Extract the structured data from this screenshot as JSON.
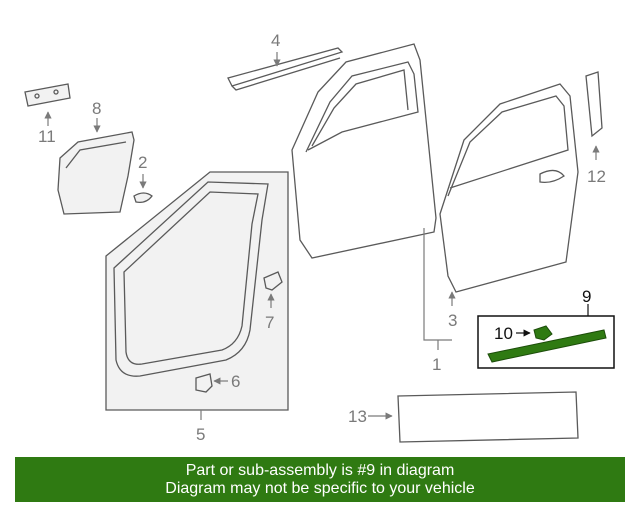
{
  "callouts": {
    "c1": "1",
    "c2": "2",
    "c3": "3",
    "c4": "4",
    "c5": "5",
    "c6": "6",
    "c7": "7",
    "c8": "8",
    "c9": "9",
    "c10": "10",
    "c11": "11",
    "c12": "12",
    "c13": "13"
  },
  "highlight": {
    "color": "#2f7a12",
    "part": "9"
  },
  "banner": {
    "line1": "Part or sub-assembly is #9 in diagram",
    "line2": "Diagram may not be specific to your vehicle"
  }
}
